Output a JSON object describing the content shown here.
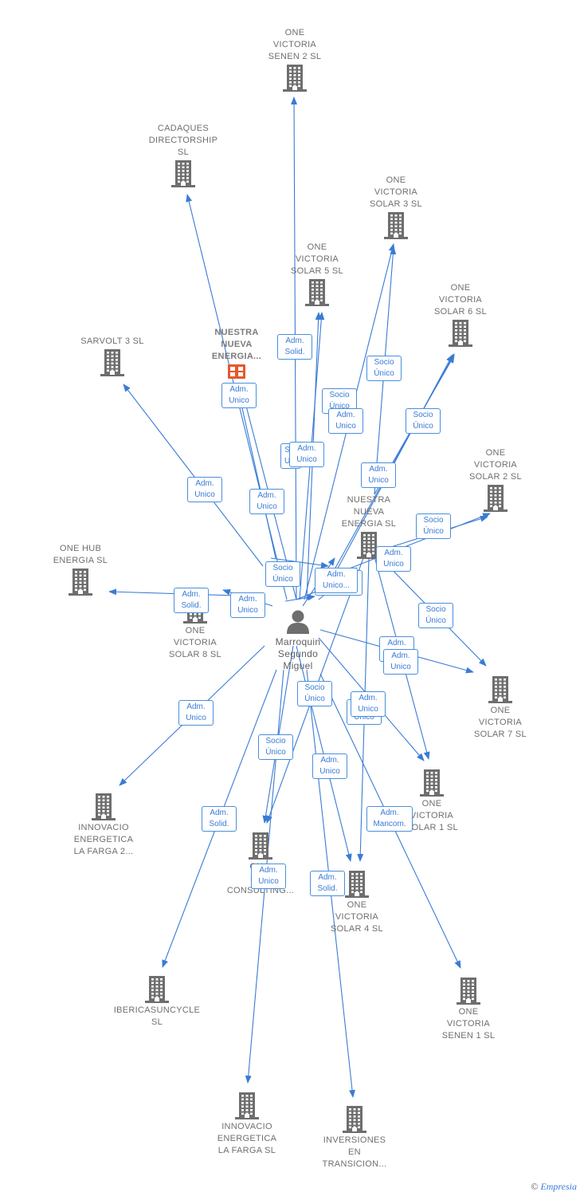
{
  "diagram": {
    "center": {
      "id": "person",
      "label": "Marroquin\nSegundo\nMiguel"
    },
    "nodes": [
      {
        "id": "senen2",
        "label": "ONE\nVICTORIA\nSENEN 2  SL"
      },
      {
        "id": "cadaques",
        "label": "CADAQUES\nDIRECTORSHIP\nSL"
      },
      {
        "id": "solar3",
        "label": "ONE\nVICTORIA\nSOLAR 3  SL"
      },
      {
        "id": "solar5",
        "label": "ONE\nVICTORIA\nSOLAR 5  SL"
      },
      {
        "id": "solar6",
        "label": "ONE\nVICTORIA\nSOLAR 6  SL"
      },
      {
        "id": "sarvolt",
        "label": "SARVOLT 3  SL"
      },
      {
        "id": "nnegroup",
        "label": "NUESTRA\nNUEVA\nENERGIA...",
        "highlight": true
      },
      {
        "id": "solar2",
        "label": "ONE\nVICTORIA\nSOLAR 2  SL"
      },
      {
        "id": "nne",
        "label": "NUESTRA\nNUEVA\nENERGIA  SL"
      },
      {
        "id": "hub",
        "label": "ONE HUB\nENERGIA  SL"
      },
      {
        "id": "solar8",
        "label": "ONE\nVICTORIA\nSOLAR 8  SL"
      },
      {
        "id": "solar7",
        "label": "ONE\nVICTORIA\nSOLAR 7  SL"
      },
      {
        "id": "solar1",
        "label": "ONE\nVICTORIA\nSOLAR 1  SL"
      },
      {
        "id": "farga2",
        "label": "INNOVACIO\nENERGETICA\nLA FARGA 2..."
      },
      {
        "id": "consulting",
        "label": "OU...\nEN...\nCONSULTING..."
      },
      {
        "id": "solar4",
        "label": "ONE\nVICTORIA\nSOLAR 4  SL"
      },
      {
        "id": "ibericasun",
        "label": "IBERICASUNCYCLE\nSL"
      },
      {
        "id": "senen1",
        "label": "ONE\nVICTORIA\nSENEN 1  SL"
      },
      {
        "id": "farga",
        "label": "INNOVACIO\nENERGETICA\nLA FARGA  SL"
      },
      {
        "id": "inversiones",
        "label": "INVERSIONES\nEN\nTRANSICION..."
      }
    ],
    "edge_labels": [
      "Adm.\nSolid.",
      "Adm.\nUnico",
      "Socio\nÚnico",
      "Socio\nÚnico",
      "Adm.\nUnico",
      "Socio\nÚnico",
      "S...\nU...",
      "Adm.\nUnico",
      "Adm.\nUnico",
      "Adm.\nUnico",
      "Adm.\nUnico",
      "Socio\nÚnico",
      "Adm.\nUnico",
      "Socio\nÚnico",
      "Adm.\nUnico",
      "Adm.\nSolid.",
      "Adm.\nUnico",
      "Adm.\nUnico...",
      "Socio\nÚnico",
      "Adm.\nUnico",
      "Adm.\nUnico",
      "Adm.\nUnico",
      "Socio\nÚnico",
      "Adm.\nUnico",
      "Adm.\nUnico",
      "Socio\nÚnico",
      "Adm.\nUnico",
      "Adm.\nSolid.",
      "Adm.\nMancom.",
      "Adm.\nUnico",
      "Adm.\nSolid."
    ],
    "colors": {
      "edge": "#3a7bd5",
      "building": "#6e6e6e",
      "highlight": "#e8572a",
      "person": "#6e6e6e"
    }
  },
  "footer": {
    "copyright_symbol": "©",
    "brand": "Empresia"
  }
}
